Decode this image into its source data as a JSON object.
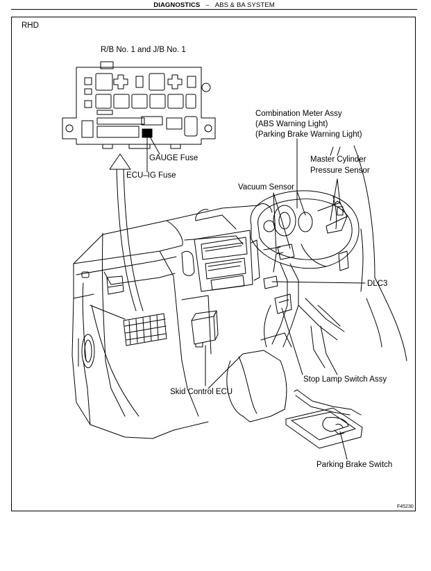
{
  "header": {
    "left": "DIAGNOSTICS",
    "separator": "–",
    "right": "ABS & BA SYSTEM"
  },
  "diagram": {
    "variant_label": "RHD",
    "figure_id": "F45230",
    "labels": {
      "rb_jb": "R/B No. 1 and J/B No. 1",
      "gauge_fuse": "GAUGE Fuse",
      "ecu_ig_fuse": "ECU–IG Fuse",
      "combination_meter_1": "Combination Meter Assy",
      "combination_meter_2": "(ABS Warning Light)",
      "combination_meter_3": "(Parking Brake Warning Light)",
      "master_cylinder_1": "Master Cylinder",
      "master_cylinder_2": "Pressure Sensor",
      "vacuum_sensor": "Vacuum Sensor",
      "dlc3": "DLC3",
      "stop_lamp_switch": "Stop Lamp Switch Assy",
      "skid_control_ecu": "Skid Control ECU",
      "parking_brake_switch": "Parking Brake Switch"
    }
  }
}
